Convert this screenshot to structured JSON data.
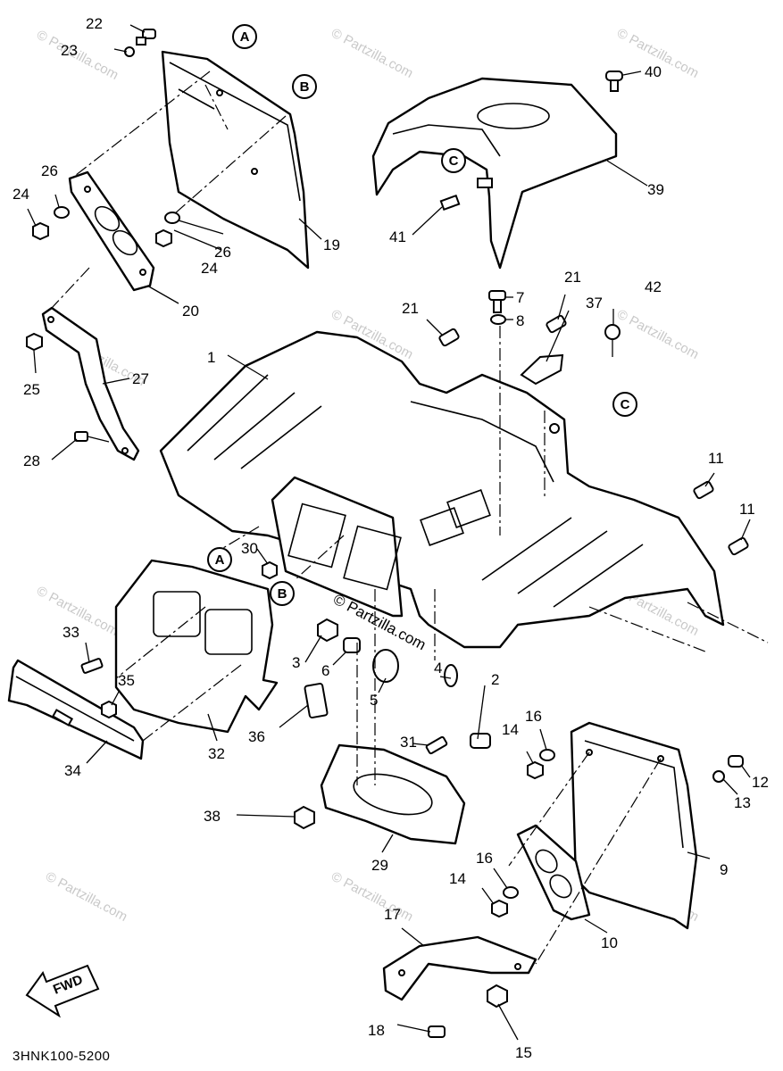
{
  "diagram_code": "3HNK100-5200",
  "fwd_label": "FWD",
  "watermark": "© Partzilla.com",
  "ref_circles": [
    "A",
    "B",
    "C",
    "A",
    "B",
    "C"
  ],
  "callouts": [
    "1",
    "2",
    "3",
    "4",
    "5",
    "6",
    "7",
    "8",
    "9",
    "10",
    "11",
    "11",
    "12",
    "13",
    "14",
    "14",
    "15",
    "16",
    "16",
    "17",
    "18",
    "19",
    "20",
    "21",
    "21",
    "22",
    "23",
    "24",
    "24",
    "25",
    "26",
    "26",
    "27",
    "28",
    "29",
    "30",
    "31",
    "32",
    "33",
    "34",
    "35",
    "36",
    "37",
    "38",
    "39",
    "40",
    "41",
    "42"
  ]
}
